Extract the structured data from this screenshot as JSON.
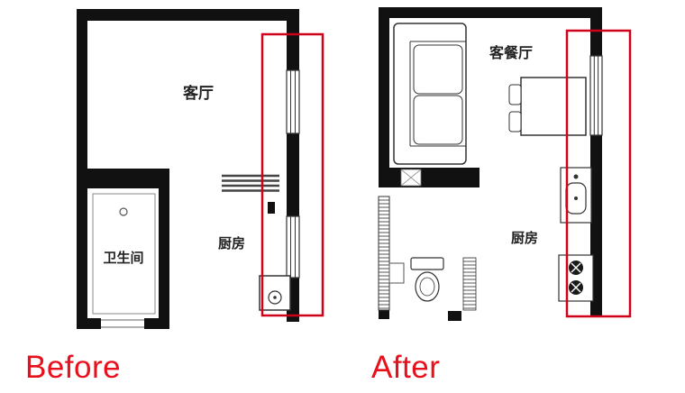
{
  "colors": {
    "wall": "#111111",
    "highlight_box": "#d0021b",
    "caption_text": "#e8101d"
  },
  "before": {
    "caption": "Before",
    "rooms": {
      "living": "客厅",
      "bathroom": "卫生间",
      "kitchen": "厨房"
    }
  },
  "after": {
    "caption": "After",
    "rooms": {
      "living_dining": "客餐厅",
      "kitchen": "厨房"
    }
  }
}
